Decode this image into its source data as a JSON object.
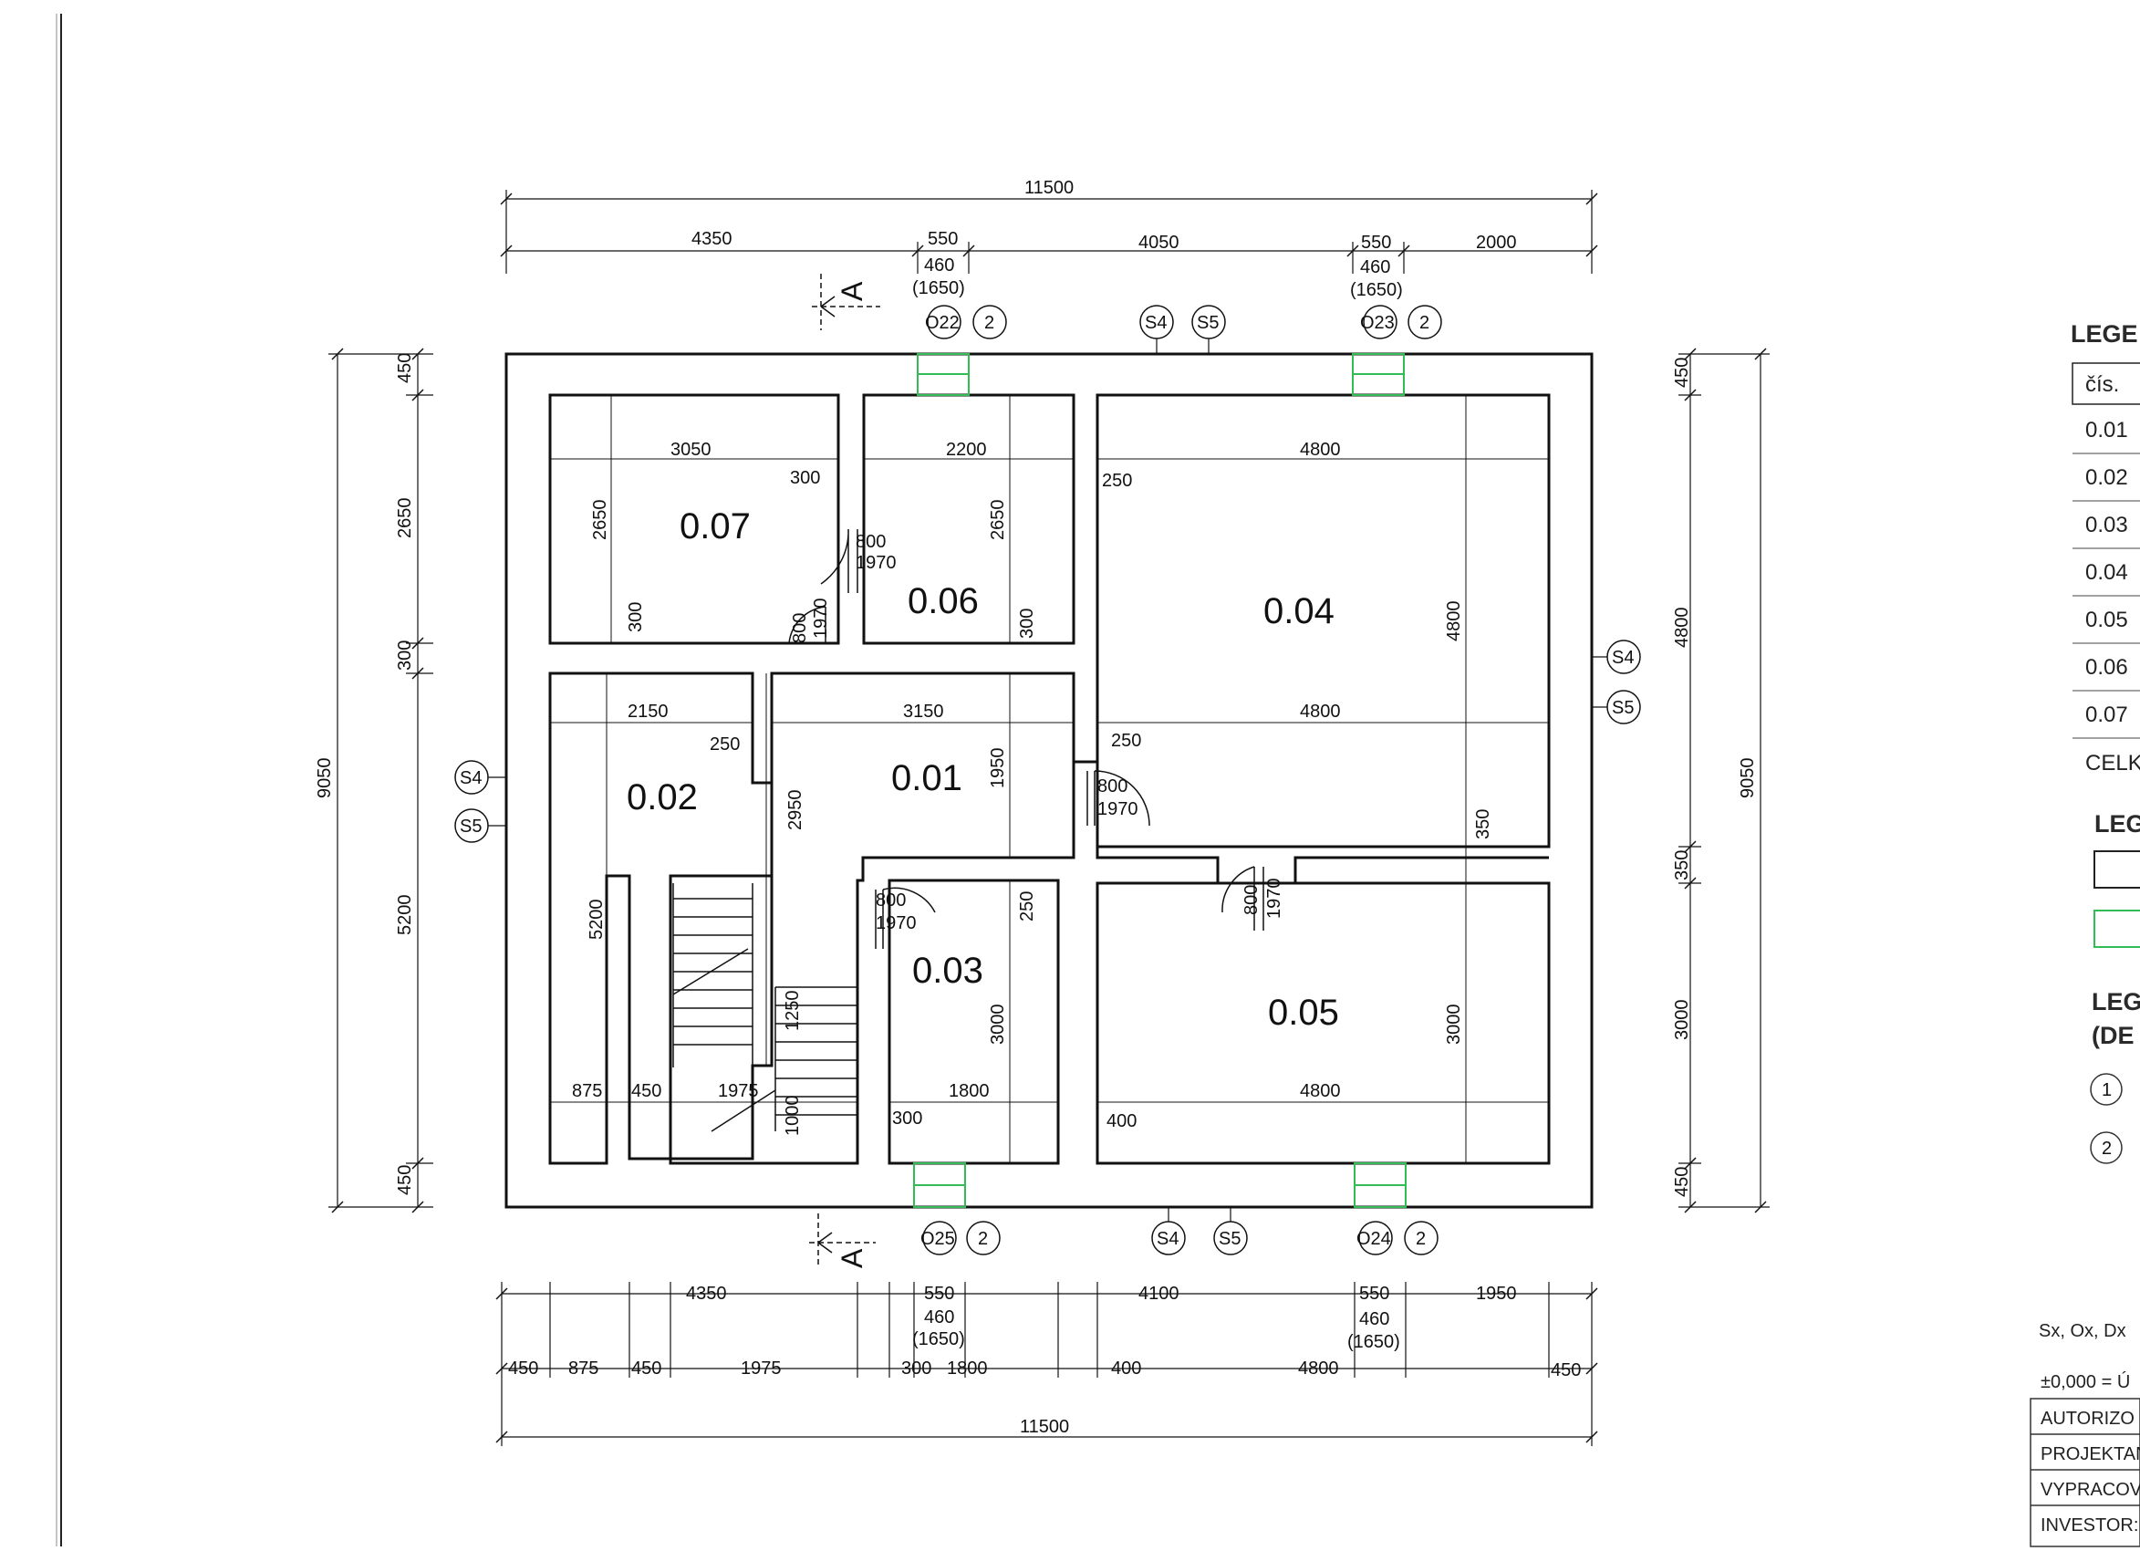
{
  "plan": {
    "rooms": [
      {
        "id": "room-0-07",
        "label": "0.07"
      },
      {
        "id": "room-0-06",
        "label": "0.06"
      },
      {
        "id": "room-0-04",
        "label": "0.04"
      },
      {
        "id": "room-0-02",
        "label": "0.02"
      },
      {
        "id": "room-0-01",
        "label": "0.01"
      },
      {
        "id": "room-0-03",
        "label": "0.03"
      },
      {
        "id": "room-0-05",
        "label": "0.05"
      }
    ],
    "dimensions": {
      "top_overall": "11500",
      "top_chain": [
        "4350",
        "550",
        "4050",
        "550",
        "2000"
      ],
      "window_sub": [
        "460",
        "(1650)"
      ],
      "bottom_chain": [
        "4350",
        "550",
        "4100",
        "550",
        "1950"
      ],
      "bottom_detail": [
        "450",
        "875",
        "450",
        "1975",
        "300",
        "1800",
        "400",
        "4800",
        "450"
      ],
      "bottom_overall": "11500",
      "left_overall": "9050",
      "left_chain": [
        "450",
        "2650",
        "300",
        "5200",
        "450"
      ],
      "right_overall": "9050",
      "right_chain": [
        "450",
        "4800",
        "350",
        "3000",
        "450"
      ],
      "interior": {
        "w_0_07": "3050",
        "w_0_06": "2200",
        "w_0_04": "4800",
        "w_0_02": "2150",
        "w_0_01": "3150",
        "w_0_04b": "4800",
        "w_0_03": "1800",
        "w_0_05": "4800",
        "w_stair": "875",
        "w_stair2": "450",
        "w_stair3": "1975",
        "h_0_07": "2650",
        "h_0_06": "2650",
        "h_0_04": "4800",
        "h_0_02": "5200",
        "h_0_01": "2950",
        "h_0_03": "3000",
        "h_0_05": "3000",
        "h_0_01b": "1950",
        "h_0_03b": "250",
        "h_0_04b": "350",
        "h_300a": "300",
        "h_300b": "300",
        "h_stair": "1250",
        "h_stair2": "1000",
        "d_300": "300",
        "d_250a": "250",
        "d_250b": "250",
        "d_250c": "250",
        "d_300b": "300",
        "d_400": "400",
        "door_w": "800",
        "door_h": "1970"
      }
    },
    "markers": {
      "window_top_left": "O22",
      "window_top_right": "O23",
      "window_bottom_left": "O25",
      "window_bottom_right": "O24",
      "detail": "2",
      "wall_a": "S4",
      "wall_b": "S5",
      "section": "A"
    }
  },
  "legend": {
    "title": "LEGE",
    "header": "čís.",
    "rows": [
      "0.01",
      "0.02",
      "0.03",
      "0.04",
      "0.05",
      "0.06",
      "0.07"
    ],
    "total": "CELK",
    "title2": "LEG",
    "title3a": "LEG",
    "title3b": "(DE",
    "items": [
      "1",
      "2"
    ]
  },
  "notes": {
    "line1": "Sx, Ox, Dx",
    "line2": "±0,000 = Ú"
  },
  "title_block": [
    "AUTORIZO",
    "PROJEKTAN",
    "VYPRACOV",
    "INVESTOR:"
  ],
  "colors": {
    "line": "#111111",
    "window": "#33bb55",
    "paper": "#ffffff"
  }
}
